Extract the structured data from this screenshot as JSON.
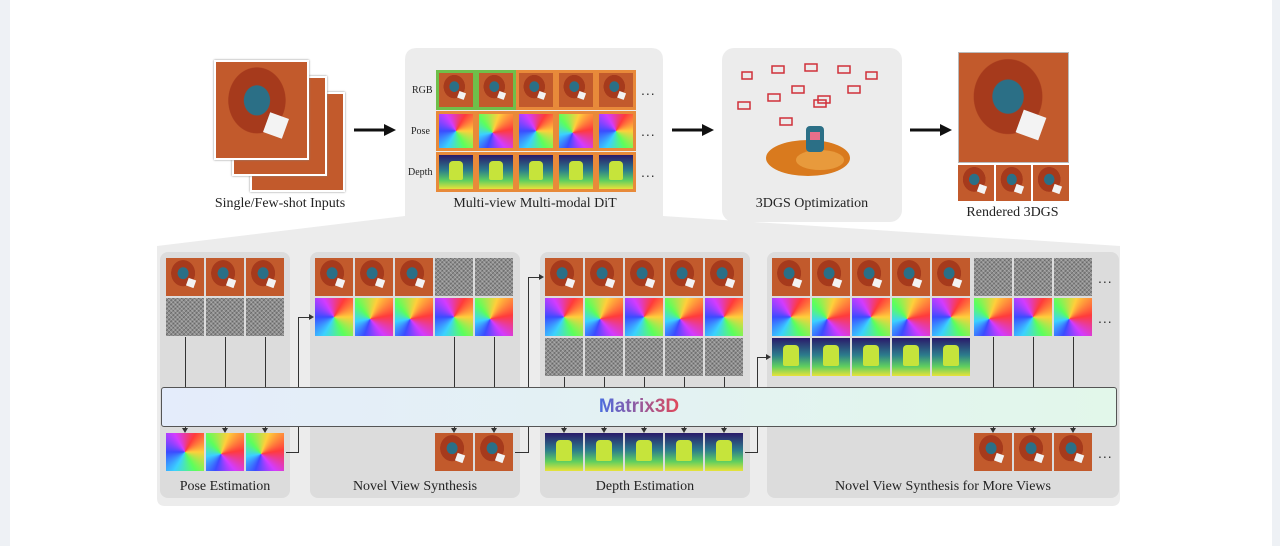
{
  "top": {
    "input_label": "Single/Few-shot Inputs",
    "dit_label": "Multi-view Multi-modal DiT",
    "gs_label": "3DGS Optimization",
    "render_label": "Rendered 3DGS",
    "row_labels": [
      "RGB",
      "Pose",
      "Depth"
    ],
    "ellipsis": "..."
  },
  "bottom": {
    "model_label": "Matrix3D",
    "tasks": [
      "Pose Estimation",
      "Novel View Synthesis",
      "Depth Estimation",
      "Novel View Synthesis for More Views"
    ],
    "ellipsis": "..."
  },
  "colors": {
    "matrix_bar_start": "#e4ecfb",
    "matrix_bar_end": "#e2f7ea",
    "matrix_text_start": "#4a6de0",
    "matrix_text_end": "#e0485a",
    "frame_green": "#6fbf4a",
    "frame_orange": "#e88a3a"
  }
}
